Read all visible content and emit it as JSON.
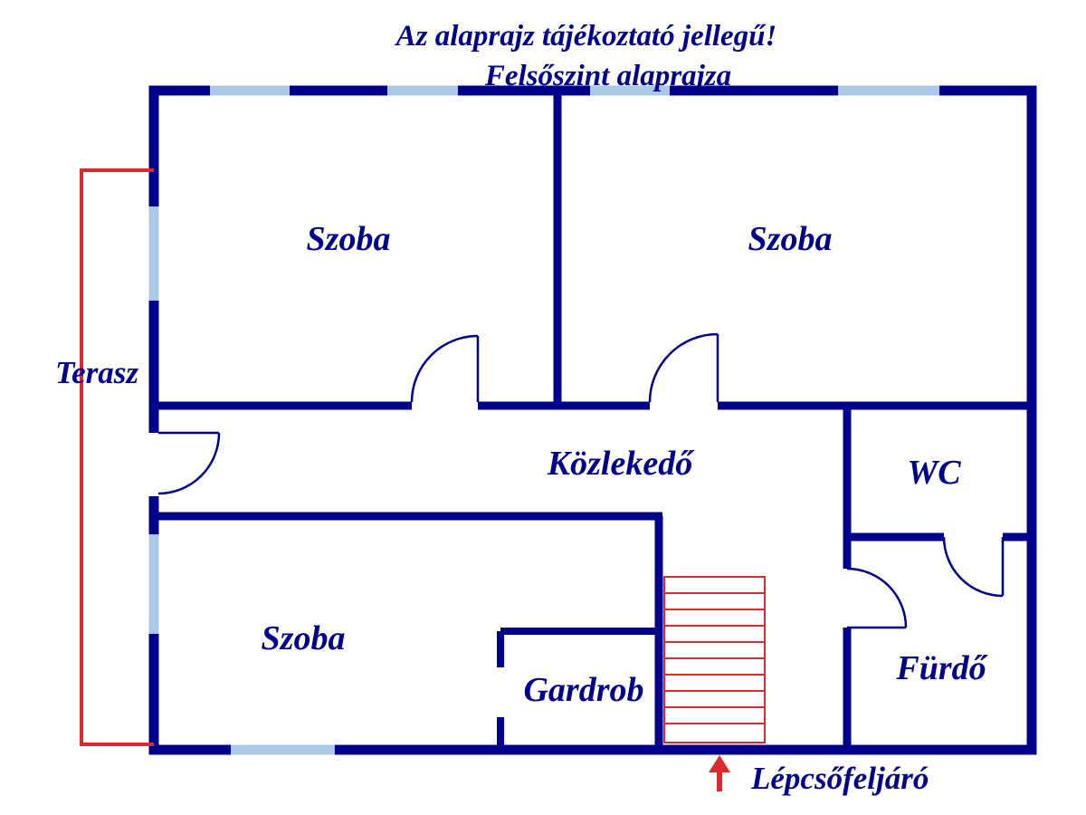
{
  "title": {
    "line1": "Az alaprajz tájékoztató jellegű!",
    "line2": "Felsőszint alaprajza"
  },
  "labels": {
    "room_top_left": "Szoba",
    "room_top_right": "Szoba",
    "room_bottom_left": "Szoba",
    "hallway": "Közlekedő",
    "wc": "WC",
    "wardrobe": "Gardrob",
    "bathroom": "Fürdő",
    "terrace": "Terasz",
    "staircase": "Lépcsőfeljáró"
  },
  "colors": {
    "wall": "#00008B",
    "window": "#A9C9E6",
    "red": "#D92B2B",
    "background": "#FFFFFF"
  }
}
